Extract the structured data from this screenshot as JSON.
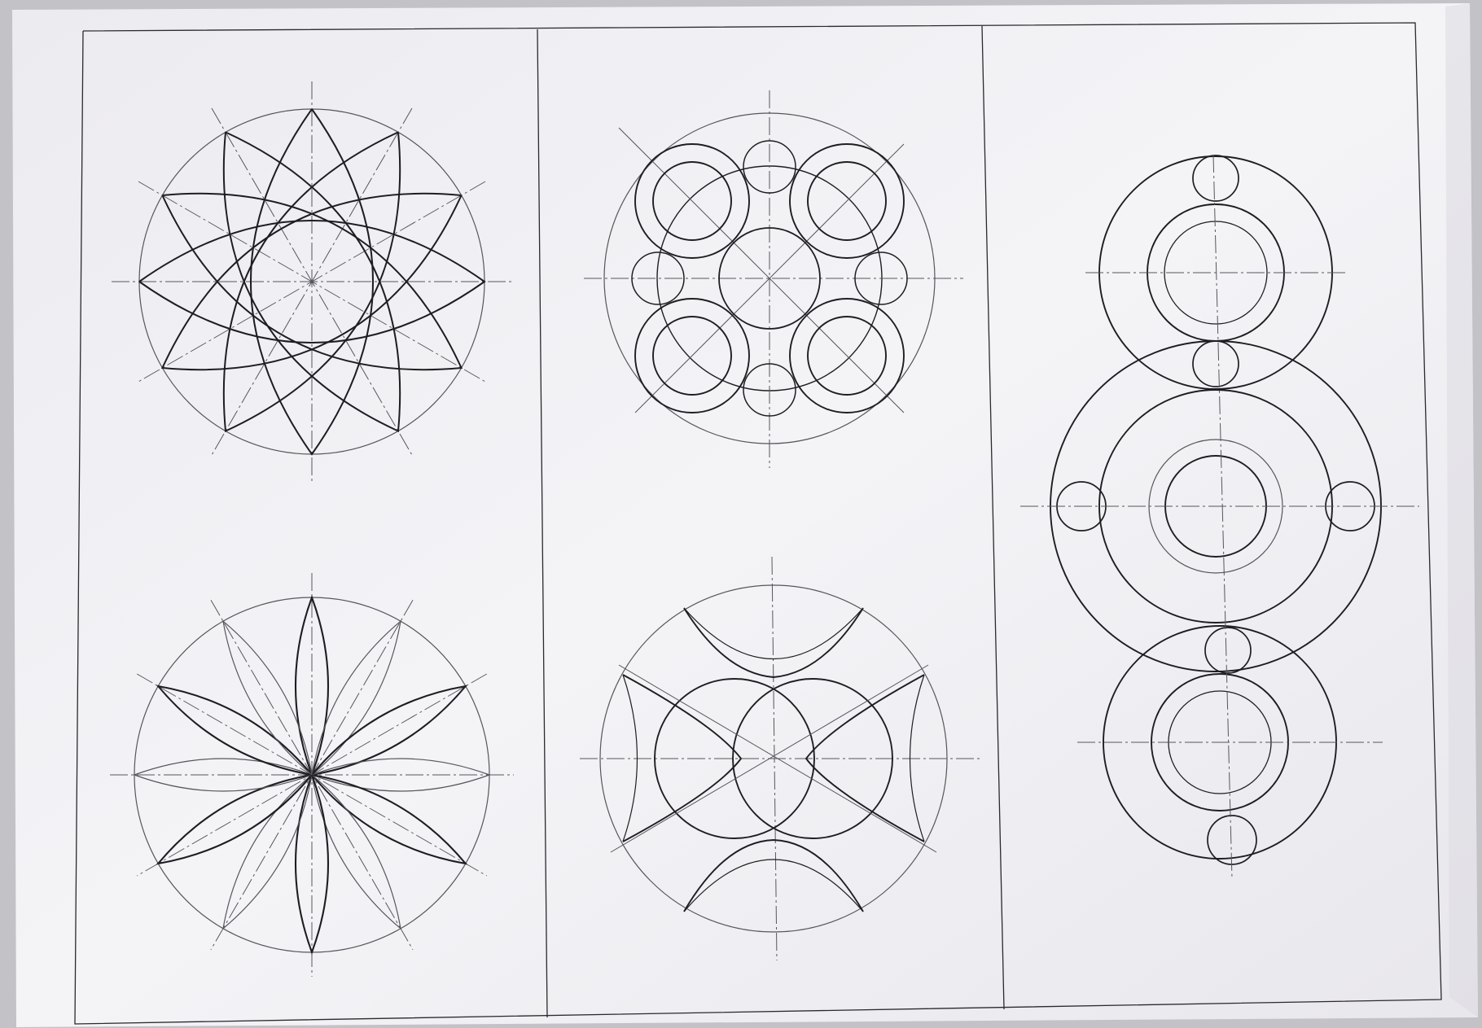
{
  "photo": {
    "subject": "technical-drawing-sheet",
    "panel_count": 3,
    "figure_count": 5,
    "colors": {
      "paper": "#f2f2f6",
      "paper_shadow": "#dcdce2",
      "background": "#bdbcc2",
      "ink": "#1e1e22",
      "construction_ink": "#55555c"
    }
  }
}
